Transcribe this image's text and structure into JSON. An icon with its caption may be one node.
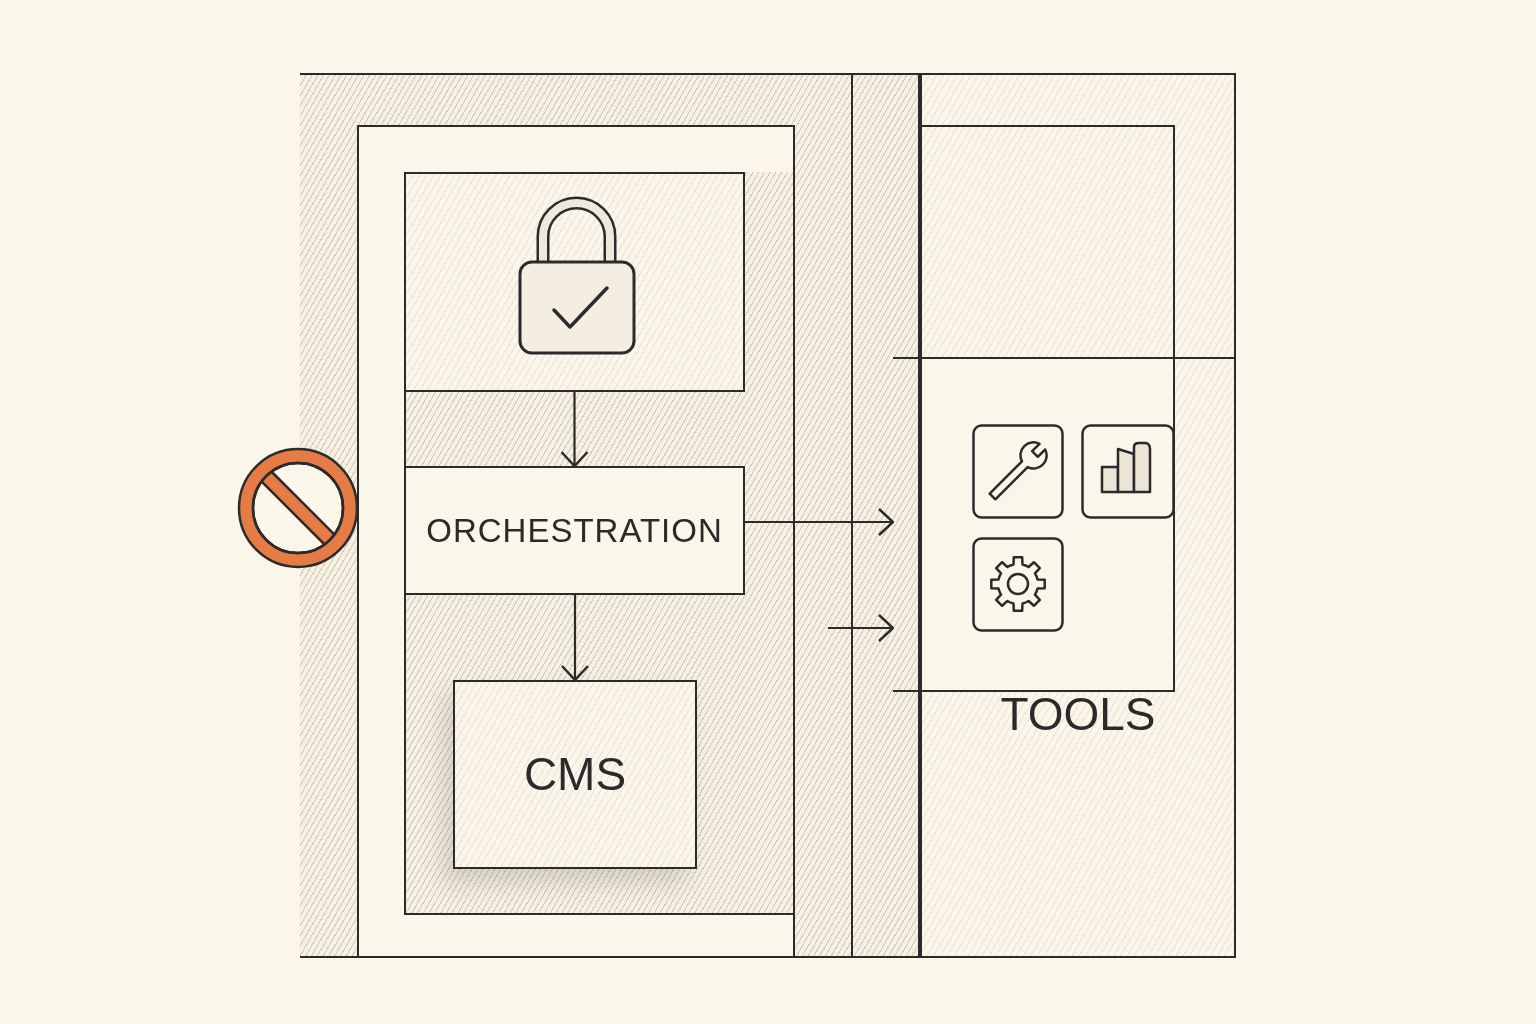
{
  "diagram": {
    "nodes": [
      {
        "text": [],
        "shape": "box"
      },
      {
        "text": [],
        "shape": "box",
        "in": 0
      },
      {
        "text": [],
        "shape": "box",
        "in": 1
      },
      {
        "text": [],
        "shape": "box",
        "in": 2
      },
      {
        "text": [
          "ORCHESTRATION"
        ],
        "in": 2
      },
      {
        "text": [
          "CMS"
        ],
        "in": 2
      },
      {
        "text": [
          "TOOLS"
        ]
      },
      {
        "text": [],
        "shape": "box",
        "in": 6
      },
      {
        "text": [],
        "shape": "box"
      }
    ],
    "edges": [
      {
        "from": 3,
        "to": 4,
        "arrow": "to"
      },
      {
        "from": 4,
        "to": 5,
        "arrow": "to"
      },
      {
        "from": 4,
        "to": 8,
        "arrow": "to"
      },
      {
        "from": null,
        "to": 8,
        "arrow": "to"
      }
    ]
  }
}
